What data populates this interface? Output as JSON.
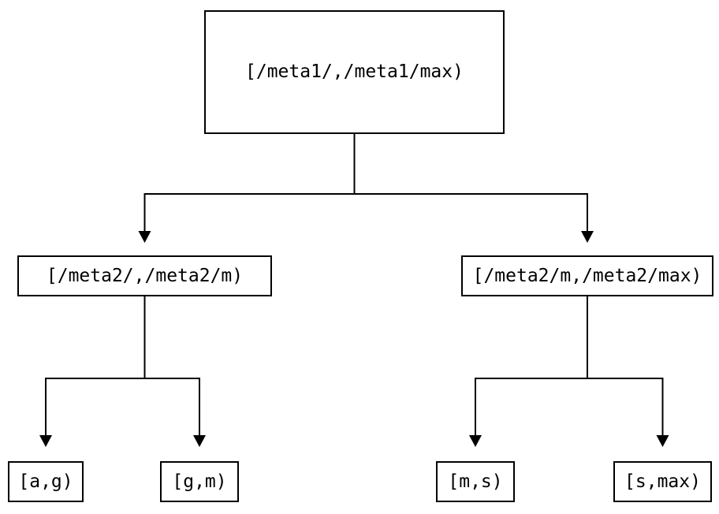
{
  "diagram": {
    "type": "tree",
    "background_color": "#ffffff",
    "line_color": "#000000",
    "node_border_color": "#000000",
    "nodes": {
      "root": {
        "label": "[/meta1/,/meta1/max)"
      },
      "meta2_low": {
        "label": "[/meta2/,/meta2/m)"
      },
      "meta2_high": {
        "label": "[/meta2/m,/meta2/max)"
      },
      "leaf_ag": {
        "label": "[a,g)"
      },
      "leaf_gm": {
        "label": "[g,m)"
      },
      "leaf_ms": {
        "label": "[m,s)"
      },
      "leaf_smax": {
        "label": "[s,max)"
      }
    },
    "edges": [
      {
        "from": "root",
        "to": "meta2_low"
      },
      {
        "from": "root",
        "to": "meta2_high"
      },
      {
        "from": "meta2_low",
        "to": "leaf_ag"
      },
      {
        "from": "meta2_low",
        "to": "leaf_gm"
      },
      {
        "from": "meta2_high",
        "to": "leaf_ms"
      },
      {
        "from": "meta2_high",
        "to": "leaf_smax"
      }
    ]
  }
}
